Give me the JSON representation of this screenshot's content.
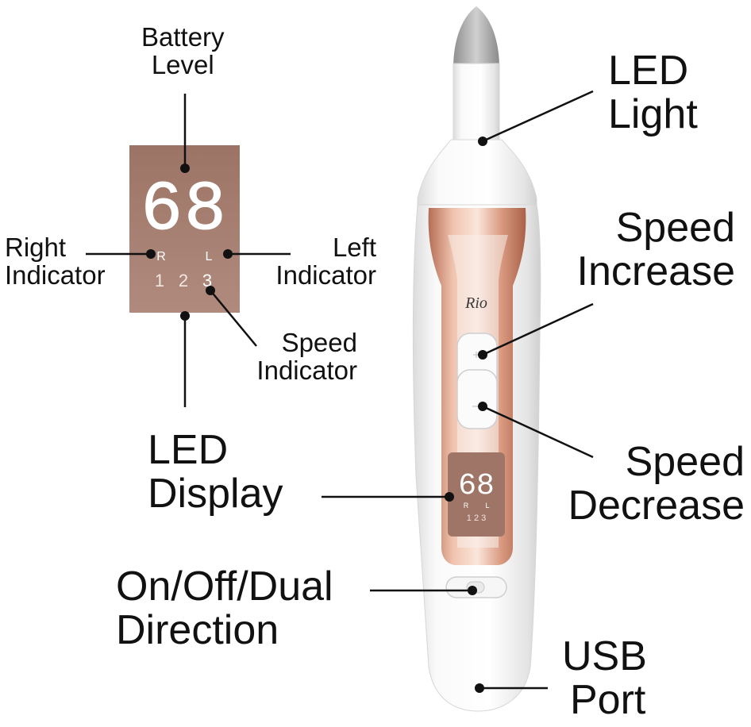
{
  "zoom_inset": {
    "digits": "68",
    "right_letter": "R",
    "left_letter": "L",
    "speeds": [
      "1",
      "2",
      "3"
    ]
  },
  "device": {
    "brand": "Rio",
    "display_digits": "68",
    "right_letter": "R",
    "left_letter": "L",
    "speeds": "1 2 3"
  },
  "labels": {
    "battery_level": [
      "Battery",
      "Level"
    ],
    "right_indicator": [
      "Right",
      "Indicator"
    ],
    "left_indicator": [
      "Left",
      "Indicator"
    ],
    "speed_indicator": [
      "Speed",
      "Indicator"
    ],
    "led_display": [
      "LED",
      "Display"
    ],
    "on_off": [
      "On/Off/Dual",
      "Direction"
    ],
    "led_light": [
      "LED",
      "Light"
    ],
    "speed_increase": [
      "Speed",
      "Increase"
    ],
    "speed_decrease": [
      "Speed",
      "Decrease"
    ],
    "usb_port": [
      "USB",
      "Port"
    ]
  },
  "colors": {
    "panel": "#a88274",
    "rose_gold": "#c98a72",
    "body": "#f3f3f3",
    "text": "#111111"
  }
}
